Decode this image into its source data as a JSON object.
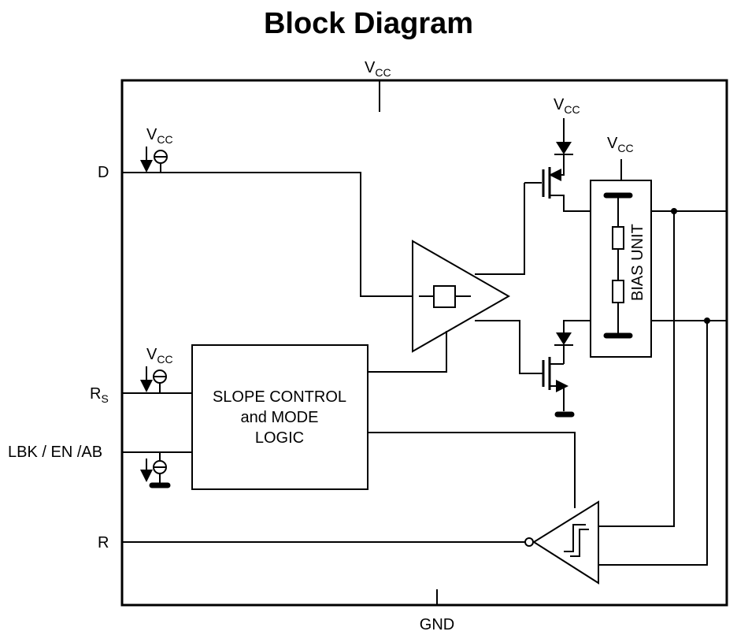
{
  "title": "Block Diagram",
  "supply": {
    "main": "V",
    "sub": "CC"
  },
  "ground": "GND",
  "pins": {
    "d": "D",
    "rs_main": "R",
    "rs_sub": "S",
    "lbk": "LBK / EN /AB",
    "r": "R"
  },
  "blocks": {
    "slope_line1": "SLOPE CONTROL",
    "slope_line2": "and MODE",
    "slope_line3": "LOGIC",
    "bias": "BIAS UNIT"
  }
}
